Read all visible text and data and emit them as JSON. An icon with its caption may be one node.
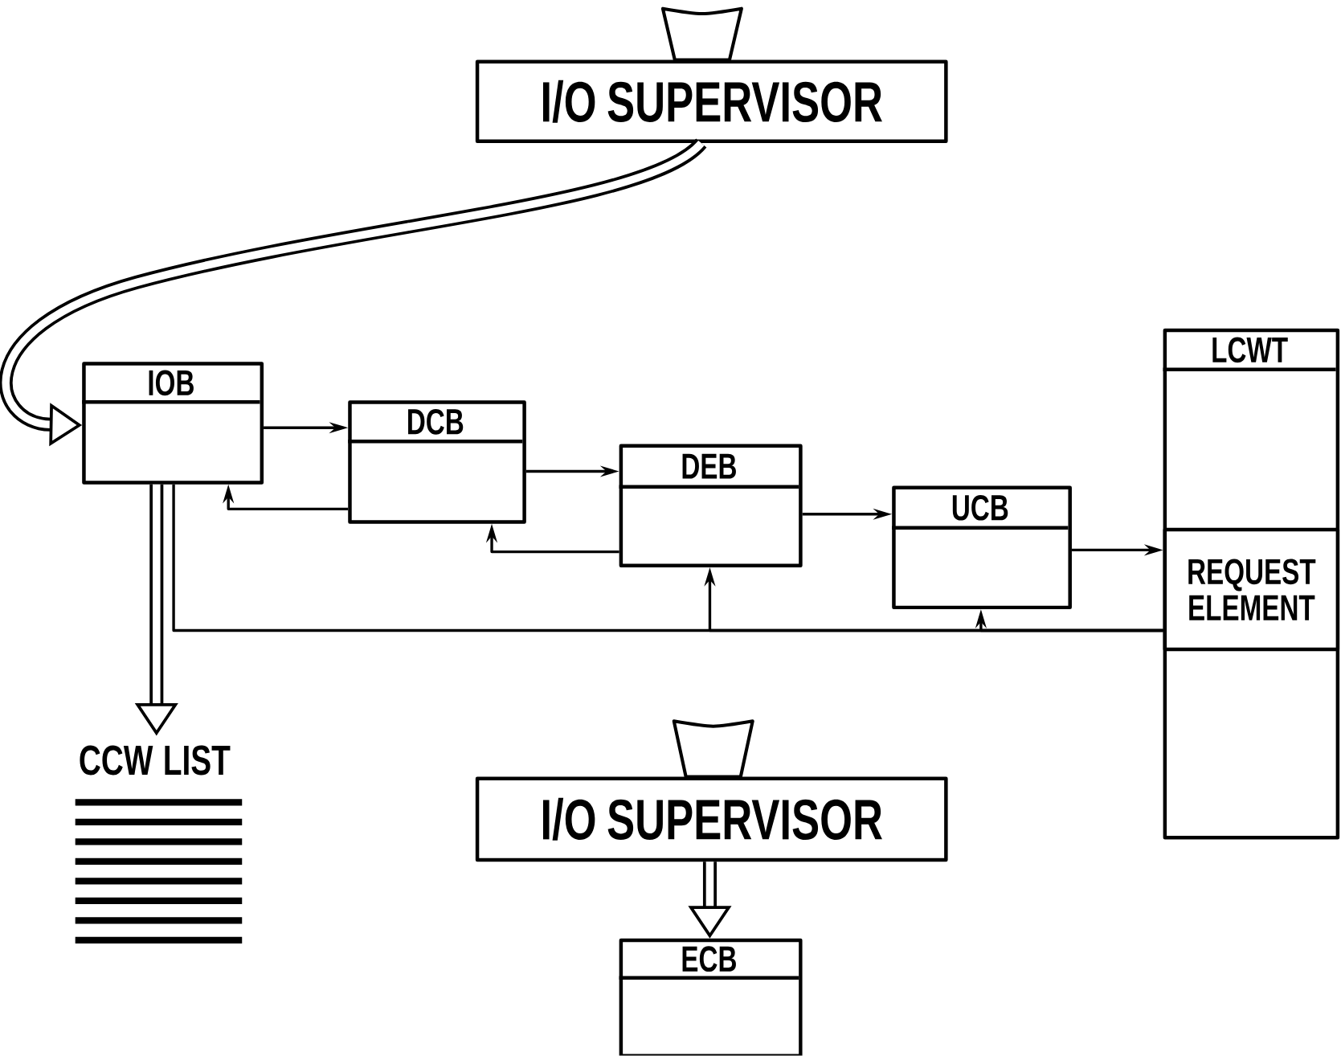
{
  "diagram": {
    "nodes": [
      {
        "text": [
          "I/O SUPERVISOR"
        ]
      },
      {
        "text": [
          "IOB"
        ]
      },
      {
        "text": [
          "DCB"
        ]
      },
      {
        "text": [
          "DEB"
        ]
      },
      {
        "text": [
          "UCB"
        ]
      },
      {
        "text": [
          "LCWT"
        ]
      },
      {
        "text": [
          "REQUEST ELEMENT"
        ],
        "in": 5
      },
      {
        "text": [
          "CCW LIST"
        ]
      },
      {
        "text": [
          "I/O SUPERVISOR"
        ]
      },
      {
        "text": [
          "ECB"
        ]
      }
    ],
    "edges": [
      {
        "from": 0,
        "to": 1,
        "arrow": "to",
        "style": "thick"
      },
      {
        "from": 1,
        "to": 2,
        "arrow": "to"
      },
      {
        "from": 2,
        "to": 1,
        "arrow": "to"
      },
      {
        "from": 2,
        "to": 3,
        "arrow": "to"
      },
      {
        "from": 3,
        "to": 2,
        "arrow": "to"
      },
      {
        "from": 3,
        "to": 4,
        "arrow": "to"
      },
      {
        "from": 4,
        "to": 6,
        "arrow": "to"
      },
      {
        "from": 1,
        "to": 7,
        "arrow": "to",
        "style": "thick"
      },
      {
        "from": 6,
        "to": 1,
        "arrow": "none"
      },
      {
        "from": 6,
        "to": 3,
        "arrow": "to"
      },
      {
        "from": 6,
        "to": 4,
        "arrow": "to"
      },
      {
        "from": 8,
        "to": 9,
        "arrow": "to",
        "style": "thick"
      }
    ]
  }
}
